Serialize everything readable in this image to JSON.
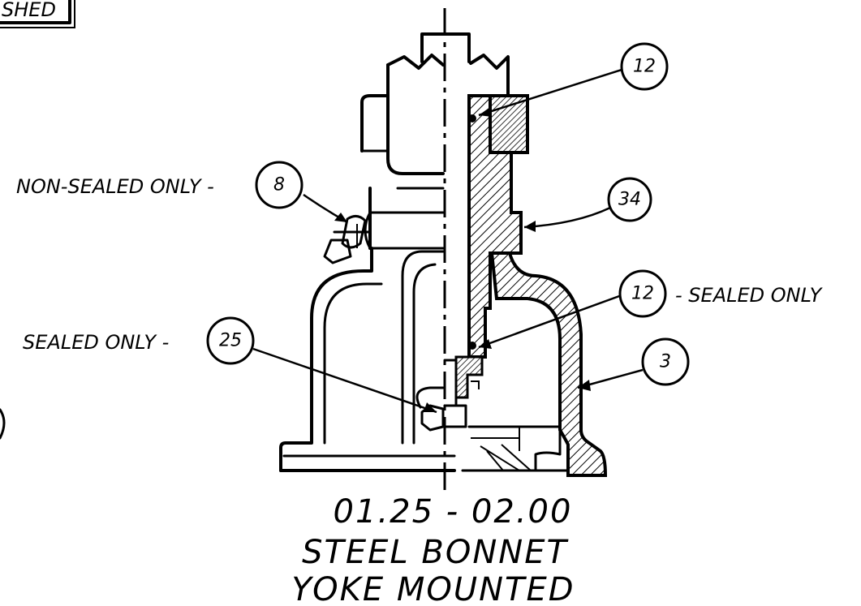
{
  "corner_label": "SHED",
  "callouts": {
    "c12_top": "12",
    "c34": "34",
    "c8": "8",
    "c12_sealed": "12",
    "c3": "3",
    "c25": "25"
  },
  "labels": {
    "non_sealed": "NON-SEALED ONLY -",
    "sealed_right": "- SEALED ONLY",
    "sealed_left": "SEALED ONLY -"
  },
  "title": {
    "line1": "01.25 - 02.00",
    "line2": "STEEL BONNET",
    "line3": "YOKE MOUNTED"
  }
}
